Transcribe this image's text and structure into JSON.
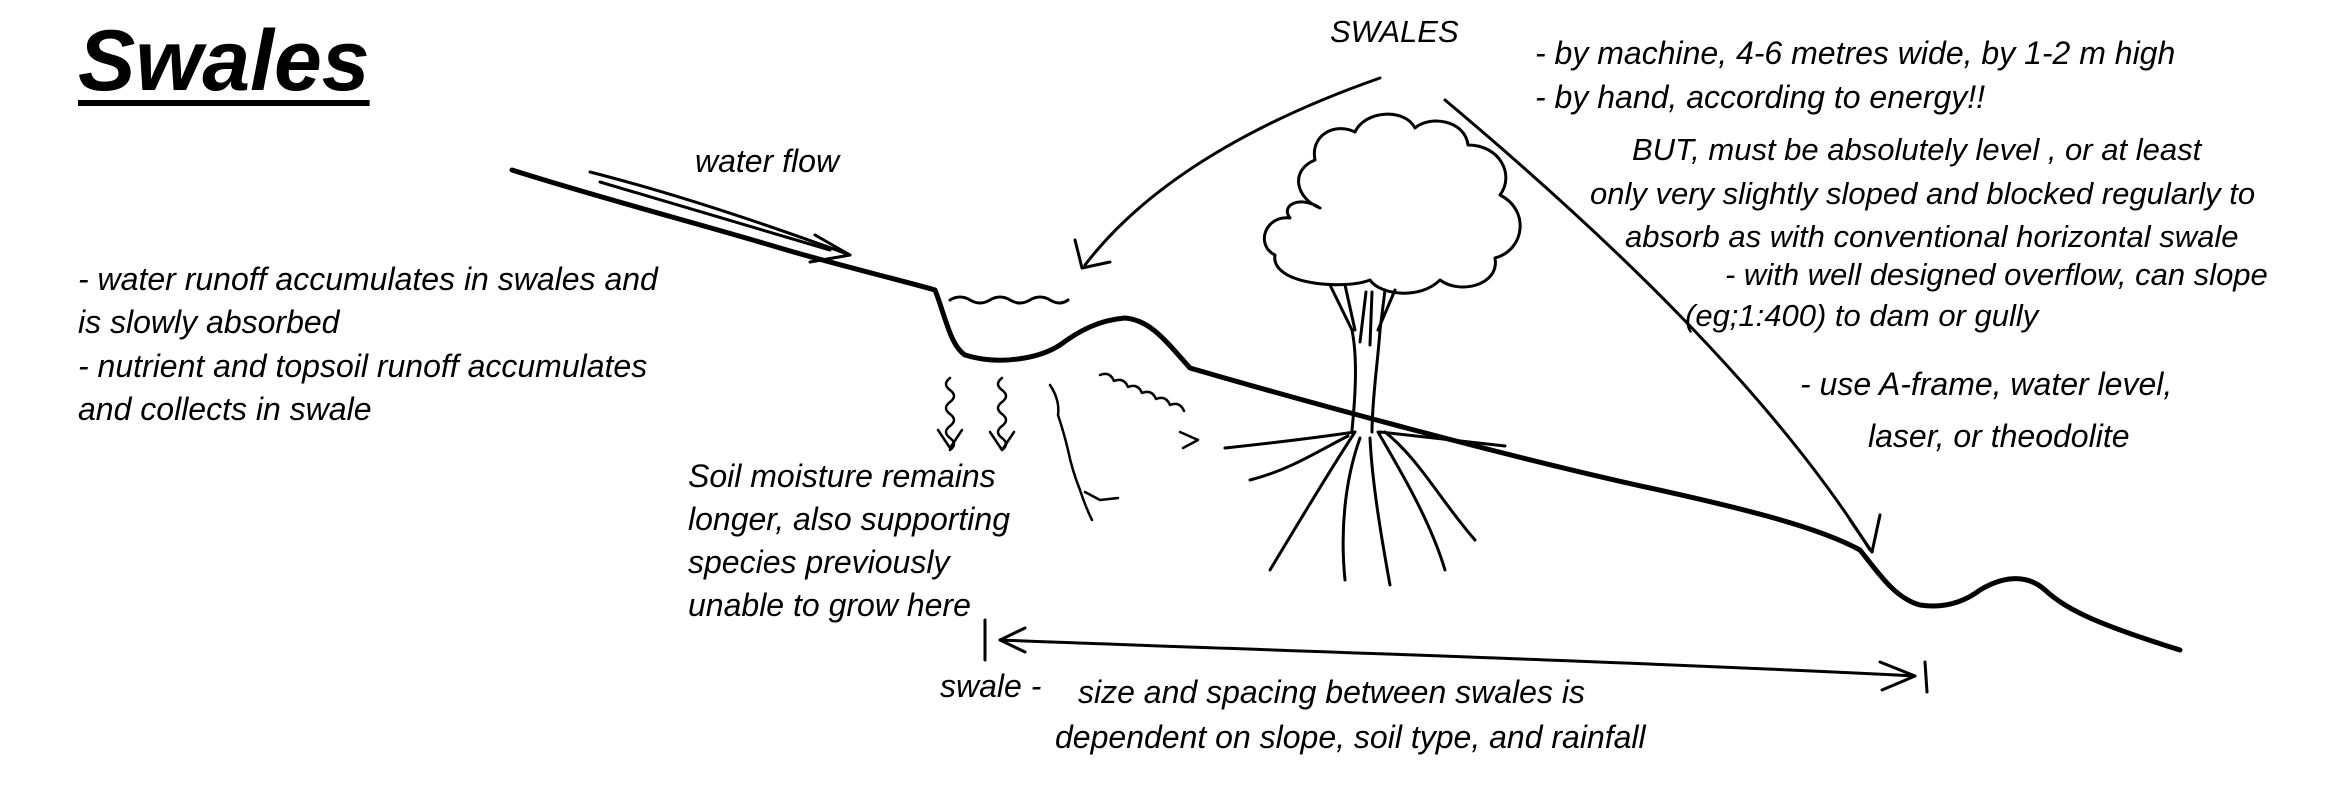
{
  "title": "Swales",
  "swales_label": "SWALES",
  "construction_notes": [
    "- by machine, 4-6 metres wide, by 1-2 m high",
    "- by hand, according to energy!!",
    "BUT, must be absolutely level , or at least",
    "only very slightly sloped and blocked regularly to",
    "absorb as  with conventional  horizontal swale",
    "- with well designed overflow, can slope",
    "(eg;1:400) to dam or gully"
  ],
  "level_tools": [
    "- use A-frame, water level,",
    "laser, or theodolite"
  ],
  "water_flow": "water flow",
  "runoff_notes": [
    "- water runoff accumulates in swales and",
    "is slowly absorbed",
    "- nutrient and topsoil runoff accumulates",
    "and collects in swale"
  ],
  "soil_moisture": [
    "Soil moisture remains",
    "longer, also supporting",
    "species previously",
    "unable to grow here"
  ],
  "swale_marker": "swale -",
  "spacing_note": [
    "size and spacing between swales is",
    "dependent on slope, soil type, and rainfall"
  ]
}
